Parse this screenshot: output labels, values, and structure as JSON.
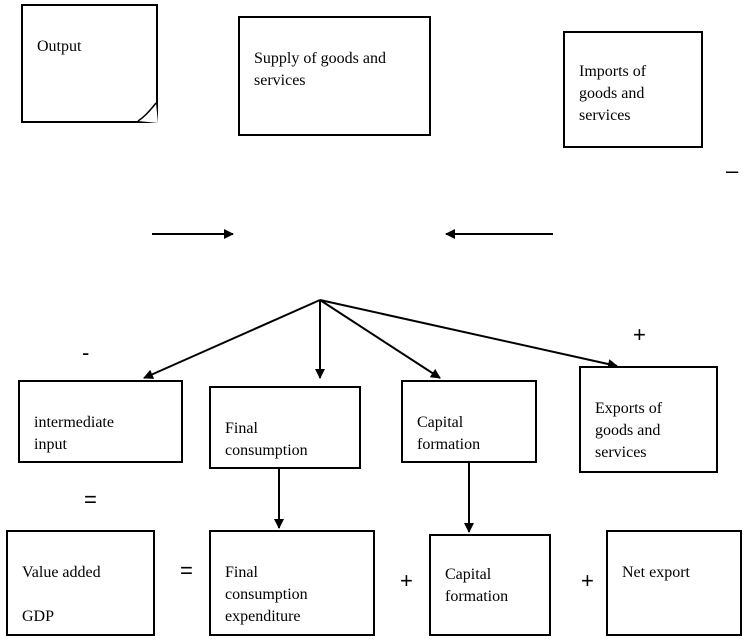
{
  "boxes": {
    "output": "Output",
    "supply": "Supply of goods and services",
    "imports": "Imports of\ngoods and\nservices",
    "intermediate": "intermediate\ninput",
    "final_consumption": "Final\nconsumption",
    "capital_formation": "Capital\nformation",
    "exports": "Exports of\ngoods and\nservices",
    "value_added": "Value added\n\nGDP",
    "final_consumption_expenditure": "Final\nconsumption\nexpenditure",
    "capital_formation_2": "Capital\nformation",
    "net_export": "Net export"
  },
  "operators": {
    "minus_right": "–",
    "minus_left": "-",
    "plus_exports": "+",
    "equals_vertical": "=",
    "equals_row": "=",
    "plus_1": "+",
    "plus_2": "+"
  }
}
